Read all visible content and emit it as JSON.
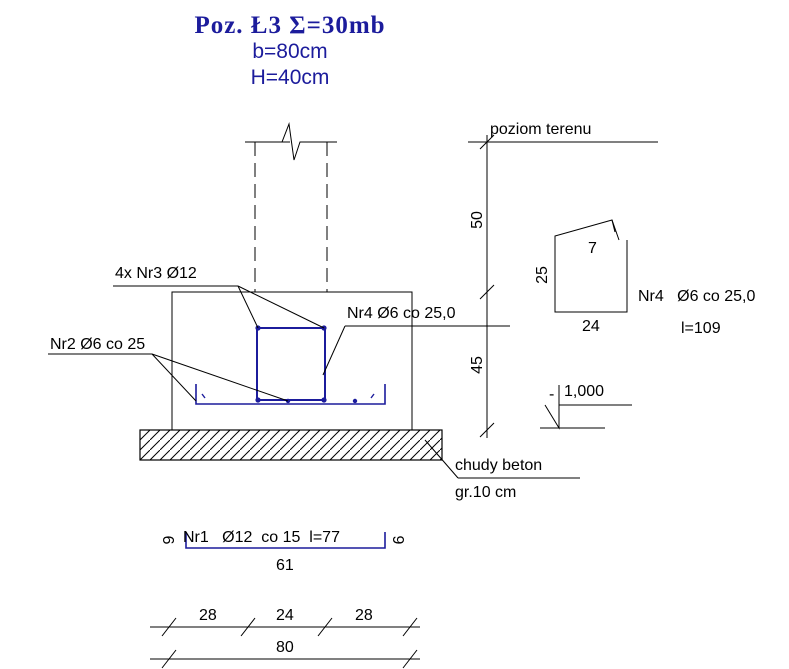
{
  "title": {
    "position": "Poz. Ł3 Σ=30mb",
    "width": "b=80cm",
    "height": "H=40cm"
  },
  "section": {
    "ground_level": "poziom terenu",
    "dim_top": "50",
    "dim_bottom": "45",
    "rebar_nr3": "4x Nr3 Ø12",
    "rebar_nr4": "Nr4 Ø6 co 25,0",
    "rebar_nr2": "Nr2 Ø6 co 25",
    "lean_concrete": "chudy beton",
    "lean_concrete_thickness": "gr.10 cm",
    "level_sign": "-",
    "level_value": "1,000"
  },
  "stirrup_detail": {
    "hook": "7",
    "height": "25",
    "width": "24",
    "label": "Nr4   Ø6 co 25,0",
    "length": "l=109"
  },
  "bar_nr1": {
    "hook_left": "9",
    "label": "Nr1   Ø12  co 15  l=77",
    "hook_right": "9",
    "length": "61"
  },
  "bottom_dims": {
    "left": "28",
    "middle": "24",
    "right": "28",
    "total": "80"
  },
  "colors": {
    "line": "#000000",
    "rebar": "#1c1c9c",
    "title": "#1c1c9c"
  }
}
